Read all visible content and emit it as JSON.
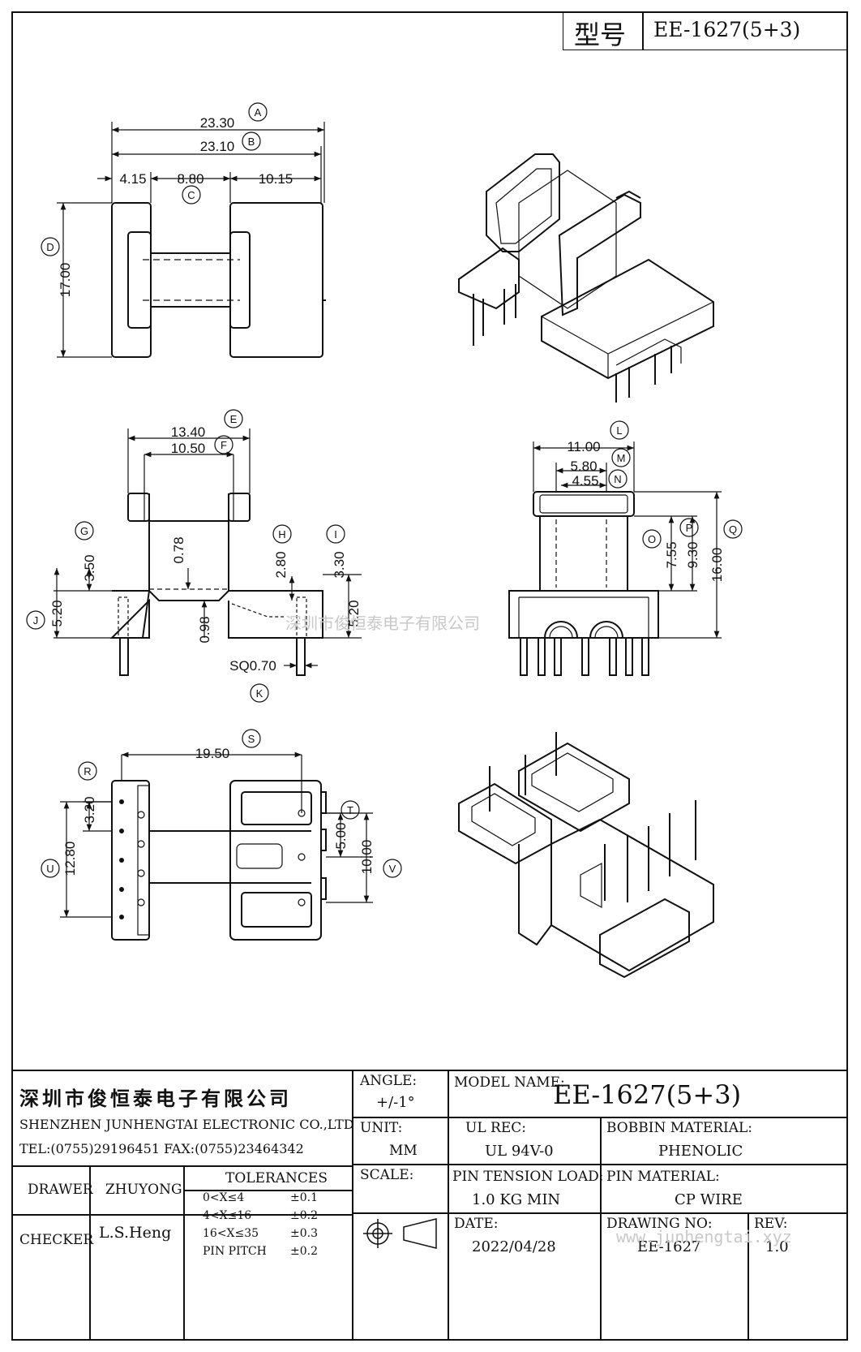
{
  "model_box": {
    "label": "型号",
    "value": "EE-1627(5+3)"
  },
  "dims": {
    "A": "23.30",
    "B": "23.10",
    "c1": "4.15",
    "C": "8.80",
    "c3": "10.15",
    "D": "17.00",
    "E": "13.40",
    "F": "10.50",
    "G": "3.50",
    "mid": "0.78",
    "H": "2.80",
    "I": "3.30",
    "J": "5.20",
    "j2": "5.20",
    "low": "0.98",
    "K": "SQ0.70",
    "L": "11.00",
    "M": "5.80",
    "N": "4.55",
    "O": "7.55",
    "P": "9.30",
    "Q": "16.00",
    "S": "19.50",
    "R": "3.20",
    "U": "12.80",
    "T": "5.00",
    "V": "10.00"
  },
  "callouts": [
    "A",
    "B",
    "C",
    "D",
    "E",
    "F",
    "G",
    "H",
    "I",
    "J",
    "K",
    "L",
    "M",
    "N",
    "O",
    "P",
    "Q",
    "R",
    "S",
    "T",
    "U",
    "V"
  ],
  "title_block": {
    "company_cn": "深圳市俊恒泰电子有限公司",
    "company_en": "SHENZHEN JUNHENGTAI ELECTRONIC CO.,LTD",
    "contact": "TEL:(0755)29196451 FAX:(0755)23464342",
    "angle_label": "ANGLE:",
    "angle_value": "+/-1°",
    "model_label": "MODEL NAME:",
    "model_value": "EE-1627(5+3)",
    "unit_label": "UNIT:",
    "unit_value": "MM",
    "ul_label": "UL REC:",
    "ul_value": "UL 94V-0",
    "bobbin_label": "BOBBIN MATERIAL:",
    "bobbin_value": "PHENOLIC",
    "drawer_label": "DRAWER",
    "drawer_value": "ZHUYONG",
    "tolerances_label": "TOLERANCES",
    "tolerances": [
      {
        "range": "0<X≤4",
        "value": "±0.1"
      },
      {
        "range": "4<X≤16",
        "value": "±0.2"
      },
      {
        "range": "16<X≤35",
        "value": "±0.3"
      },
      {
        "range": "PIN PITCH",
        "value": "±0.2"
      }
    ],
    "scale_label": "SCALE:",
    "pin_tension_label": "PIN TENSION LOAD:",
    "pin_tension_value": "1.0 KG MIN",
    "pin_material_label": "PIN MATERIAL:",
    "pin_material_value": "CP WIRE",
    "checker_label": "CHECKER",
    "checker_value": "L.S.Heng",
    "date_label": "DATE:",
    "date_value": "2022/04/28",
    "drawing_no_label": "DRAWING NO:",
    "drawing_no_value": "EE-1627",
    "rev_label": "REV:",
    "rev_value": "1.0"
  },
  "watermarks": {
    "center": "深圳市俊恒泰电子有限公司",
    "bottom": "www.junhengtai.xyz"
  }
}
